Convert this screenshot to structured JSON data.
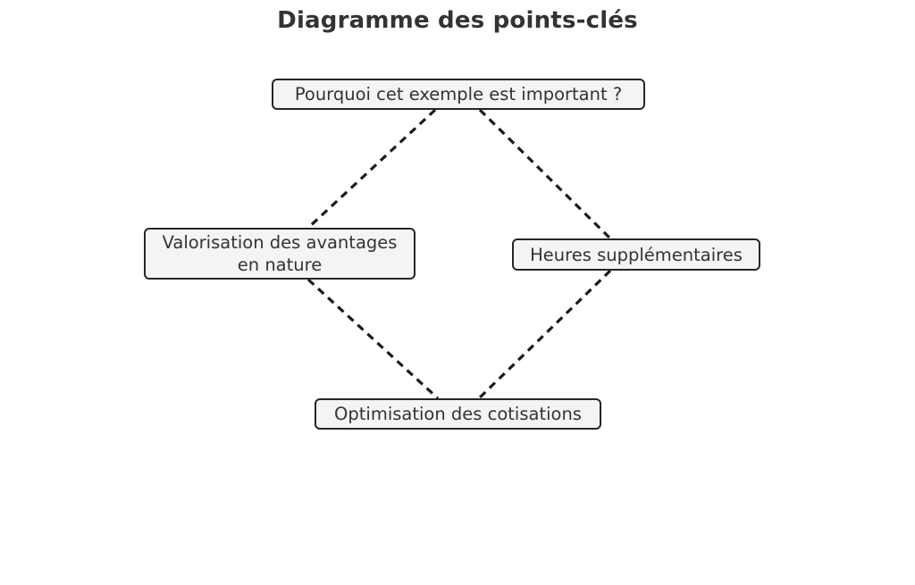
{
  "page": {
    "title": "Diagramme des points-clés",
    "background_color": "#ffffff"
  },
  "theme": {
    "node_fill": "#f4f4f4",
    "node_border": "#262626",
    "text_color": "#333333",
    "edge_color": "#1a1a1a"
  },
  "diagram": {
    "type": "key-points-diamond",
    "nodes": [
      {
        "id": "top",
        "label": "Pourquoi cet exemple est important ?",
        "position": "top"
      },
      {
        "id": "left",
        "label": "Valorisation des avantages\nen nature",
        "position": "left"
      },
      {
        "id": "right",
        "label": "Heures supplémentaires",
        "position": "right"
      },
      {
        "id": "bottom",
        "label": "Optimisation des cotisations",
        "position": "bottom"
      }
    ],
    "edges": [
      {
        "from": "top",
        "to": "left",
        "style": "dashed"
      },
      {
        "from": "top",
        "to": "right",
        "style": "dashed"
      },
      {
        "from": "left",
        "to": "bottom",
        "style": "dashed"
      },
      {
        "from": "right",
        "to": "bottom",
        "style": "dashed"
      }
    ]
  }
}
